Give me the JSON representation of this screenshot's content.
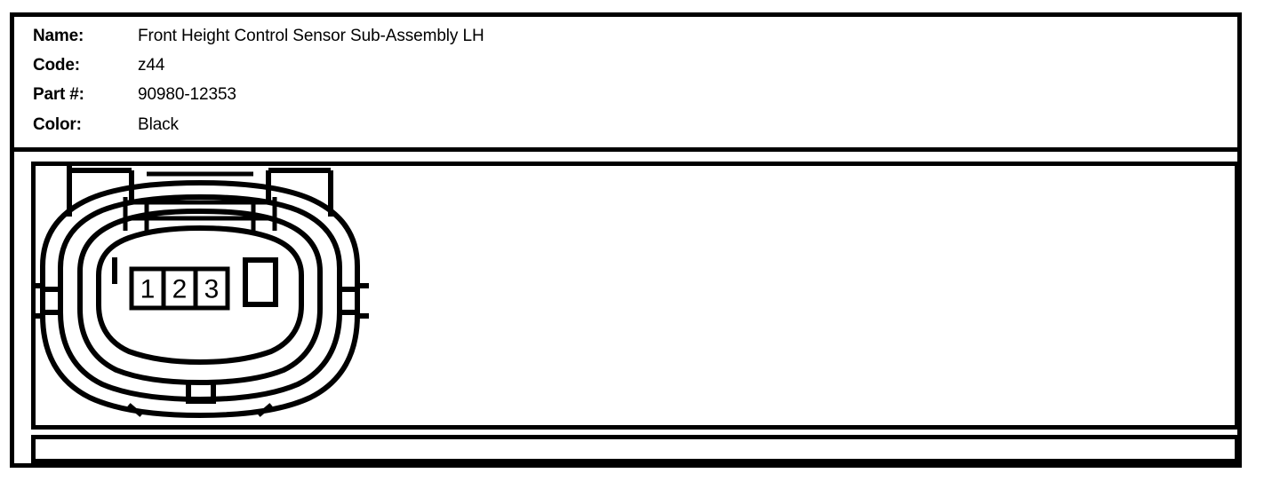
{
  "card": {
    "title_block": {
      "rows": [
        {
          "label": "Name:",
          "value": "Front Height Control Sensor Sub-Assembly LH"
        },
        {
          "label": "Code:",
          "value": "z44"
        },
        {
          "label": "Part #:",
          "value": "90980-12353"
        },
        {
          "label": "Color:",
          "value": "Black"
        }
      ]
    },
    "diagram": {
      "kind": "connector-face-view",
      "description": "Three-cavity automotive electrical connector, front face view",
      "cavity_count": 3,
      "pins": [
        {
          "number": "1"
        },
        {
          "number": "2"
        },
        {
          "number": "3"
        }
      ]
    }
  },
  "colors": {
    "line": "#000000",
    "background": "#ffffff",
    "text": "#000000"
  }
}
